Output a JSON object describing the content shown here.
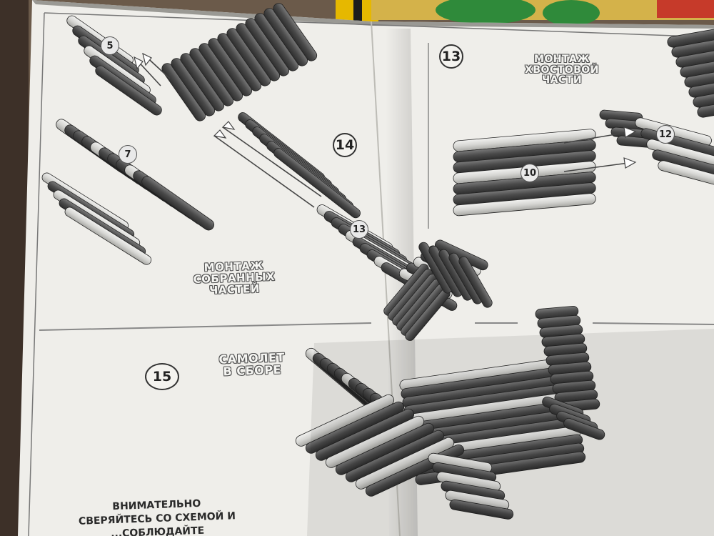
{
  "steps": {
    "step13": "13",
    "step14": "14",
    "step15": "15"
  },
  "parts": {
    "p5": "5",
    "p7": "7",
    "p13": "13",
    "p10": "10",
    "p12": "12"
  },
  "captions": {
    "tail_l1": "МОНТАЖ",
    "tail_l2": "ХВОСТОВОЙ",
    "tail_l3": "ЧАСТИ",
    "parts_l1": "МОНТАЖ",
    "parts_l2": "СОБРАННЫХ",
    "parts_l3": "ЧАСТЕЙ",
    "plane_l1": "САМОЛЕТ",
    "plane_l2": "В СБОРЕ"
  },
  "warning": {
    "l1": "ВНИМАТЕЛЬНО",
    "l2": "СВЕРЯЙТЕСЬ СО СХЕМОЙ И",
    "l3": "...СОБЛЮДАЙТЕ"
  },
  "colors": {
    "paper": "#efeeea",
    "shadow_paper": "#cfcdc6",
    "rod_dark": "#4a4a4a",
    "rod_light": "#d8d8d6",
    "table": "#6b5a4a",
    "toy_green": "#2f8a3a",
    "toy_yellow": "#e6b800"
  }
}
